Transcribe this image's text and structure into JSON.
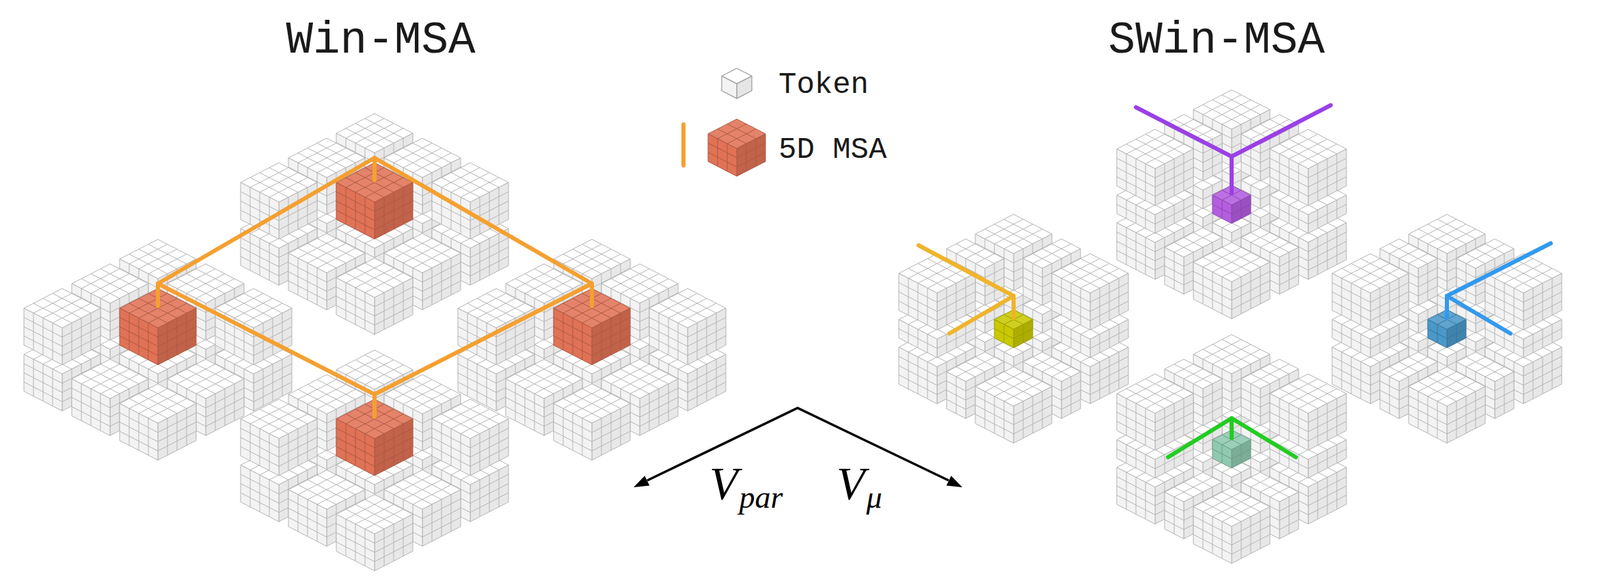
{
  "diagram": {
    "labels": [
      "Win-MSA",
      "SWin-MSA",
      "V",
      "par",
      "V",
      "μ"
    ],
    "legend": [
      {
        "text": "Token"
      },
      {
        "text": "5D MSA",
        "color": "#e07256"
      }
    ]
  }
}
